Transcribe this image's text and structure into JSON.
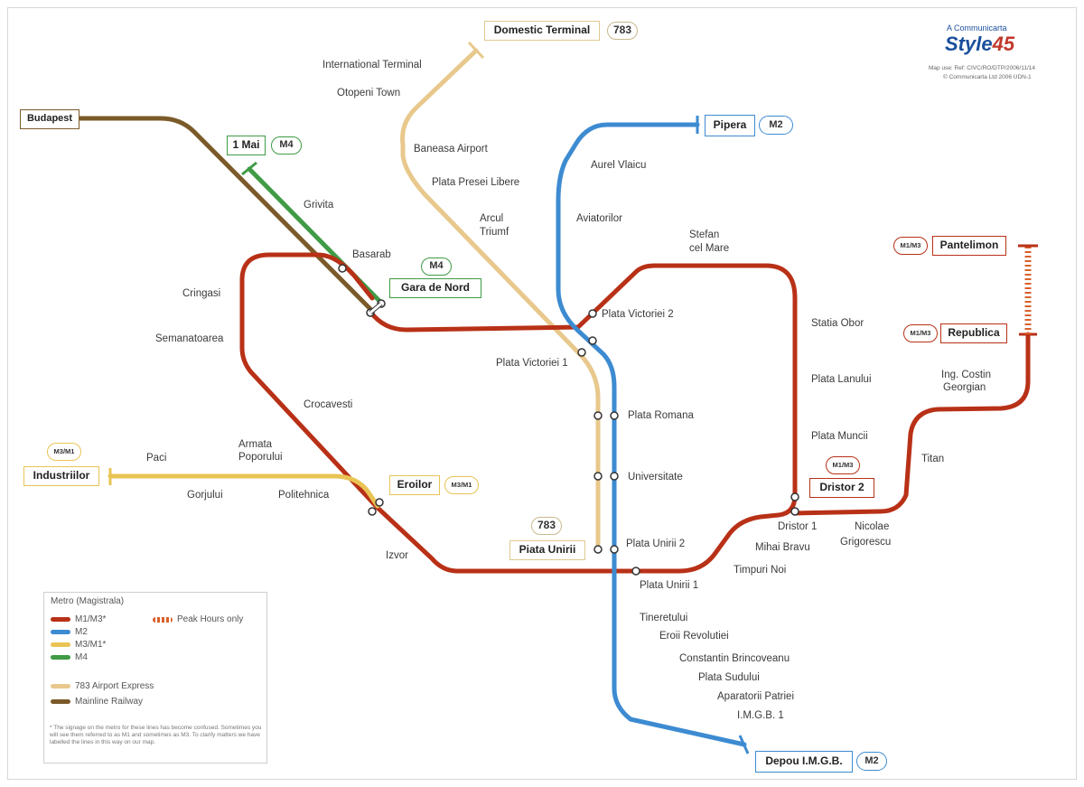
{
  "colors": {
    "m1m3": "#b83117",
    "m2": "#3d8bd1",
    "m3m1": "#e9c454",
    "m4": "#3f9b45",
    "airport": "#e8c88c",
    "railway": "#7b5a2a",
    "peak": "#d9602b"
  },
  "branding": {
    "line1": "A Communicarta",
    "logo": "Style",
    "logo_num": "45",
    "line3": "Map use: Ref: CIVC/RO/DTP/2006/11/14",
    "line4": "© Communicarta Ltd 2006 UDN-1"
  },
  "terminals": [
    {
      "id": "domestic",
      "label": "Domestic Terminal",
      "badge": "783"
    },
    {
      "id": "budapest",
      "label": "Budapest"
    },
    {
      "id": "1mai",
      "label": "1 Mai",
      "badge": "M4"
    },
    {
      "id": "gara",
      "label": "Gara de Nord",
      "badge": "M4"
    },
    {
      "id": "pipera",
      "label": "Pipera",
      "badge": "M2"
    },
    {
      "id": "pantelimon",
      "label": "Pantelimon",
      "badge": "M1/M3"
    },
    {
      "id": "republica",
      "label": "Republica",
      "badge": "M1/M3"
    },
    {
      "id": "dristor2",
      "label": "Dristor 2",
      "badge": "M1/M3"
    },
    {
      "id": "industriilor",
      "label": "Industriilor",
      "badge": "M3/M1"
    },
    {
      "id": "eroilor",
      "label": "Eroilor",
      "badge": "M3/M1"
    },
    {
      "id": "unirii",
      "label": "Piata Unirii",
      "badge": "783"
    },
    {
      "id": "depou",
      "label": "Depou I.M.G.B.",
      "badge": "M2"
    }
  ],
  "stations": [
    "International Terminal",
    "Otopeni Town",
    "Baneasa Airport",
    "Plata Presei Libere",
    "Arcul",
    "Triumf",
    "Aurel Vlaicu",
    "Aviatorilor",
    "Stefan",
    "cel Mare",
    "Grivita",
    "Basarab",
    "Cringasi",
    "Semanatoarea",
    "Crocavesti",
    "Plata Victoriei 2",
    "Plata Victoriei 1",
    "Statia Obor",
    "Plata Lanului",
    "Plata Muncii",
    "Plata Romana",
    "Universitate",
    "Plata Unirii 2",
    "Plata Unirii 1",
    "Paci",
    "Armata",
    "Poporului",
    "Gorjului",
    "Politehnica",
    "Izvor",
    "Dristor 1",
    "Mihai Bravu",
    "Timpuri Noi",
    "Nicolae",
    "Grigorescu",
    "Titan",
    "Ing. Costin",
    "Georgian",
    "Tineretului",
    "Eroii Revolutiei",
    "Constantin Brincoveanu",
    "Plata Sudului",
    "Aparatorii Patriei",
    "I.M.G.B. 1"
  ],
  "legend": {
    "title": "Metro (Magistrala)",
    "items": [
      {
        "label": "M1/M3*",
        "color": "#b83117"
      },
      {
        "label": "M2",
        "color": "#3d8bd1"
      },
      {
        "label": "M3/M1*",
        "color": "#e9c454"
      },
      {
        "label": "M4",
        "color": "#3f9b45"
      },
      {
        "label": "783 Airport Express",
        "color": "#e8c88c"
      },
      {
        "label": "Mainline Railway",
        "color": "#7b5a2a"
      }
    ],
    "peak_label": "Peak Hours only",
    "note": "* The signage on the metro for these lines has become confused. Sometimes you will see them referred to as M1 and sometimes as M3. To clarify matters we have labelled the lines in this way on our map."
  }
}
